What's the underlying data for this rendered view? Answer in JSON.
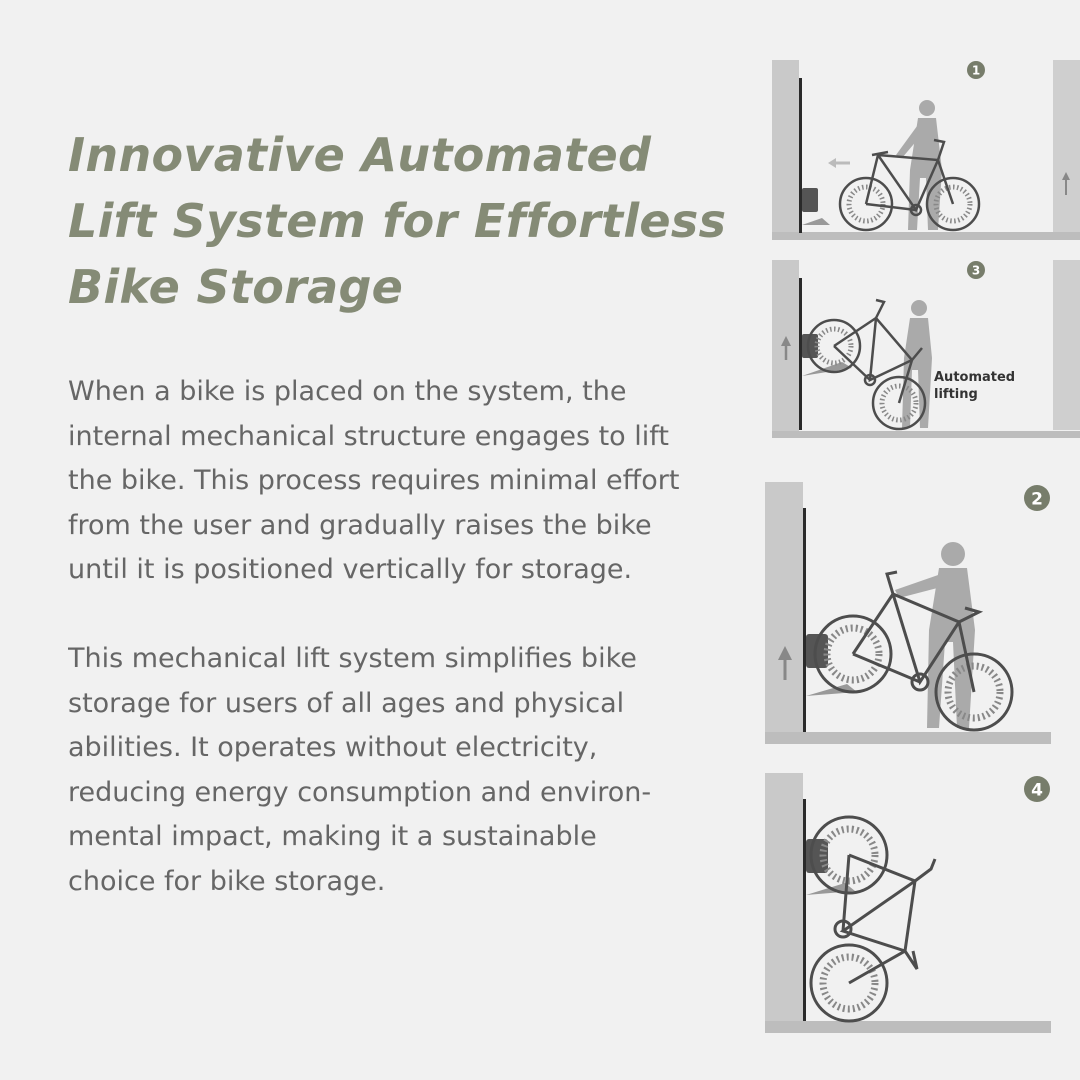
{
  "headline": {
    "lines": [
      "Innovative Automated",
      "Lift System for Effortless",
      "Bike Storage"
    ]
  },
  "description": {
    "paragraph1": [
      "When a bike is placed on the system, the",
      "internal mechanical structure engages to lift",
      "the bike. This process requires minimal effort",
      "from the user and gradually raises the bike",
      "until it is positioned vertically for storage."
    ],
    "paragraph2": [
      "This mechanical lift system simplifies bike",
      "storage for users of all ages and physical",
      "abilities. It operates without electricity,",
      "reducing energy consumption and environ-",
      "mental impact, making it a sustainable",
      "choice for bike storage."
    ]
  },
  "steps": [
    {
      "number": "1"
    },
    {
      "number": "3",
      "caption_line1": "Automated",
      "caption_line2": "lifting"
    },
    {
      "number": "2"
    },
    {
      "number": "4"
    }
  ],
  "colors": {
    "background": "#f1f1f1",
    "headline": "#858b76",
    "body_text": "#666666",
    "badge": "#777d6b",
    "wall": "#c9c9c9",
    "bike": "#4d4d4d",
    "person": "#aaaaaa"
  }
}
